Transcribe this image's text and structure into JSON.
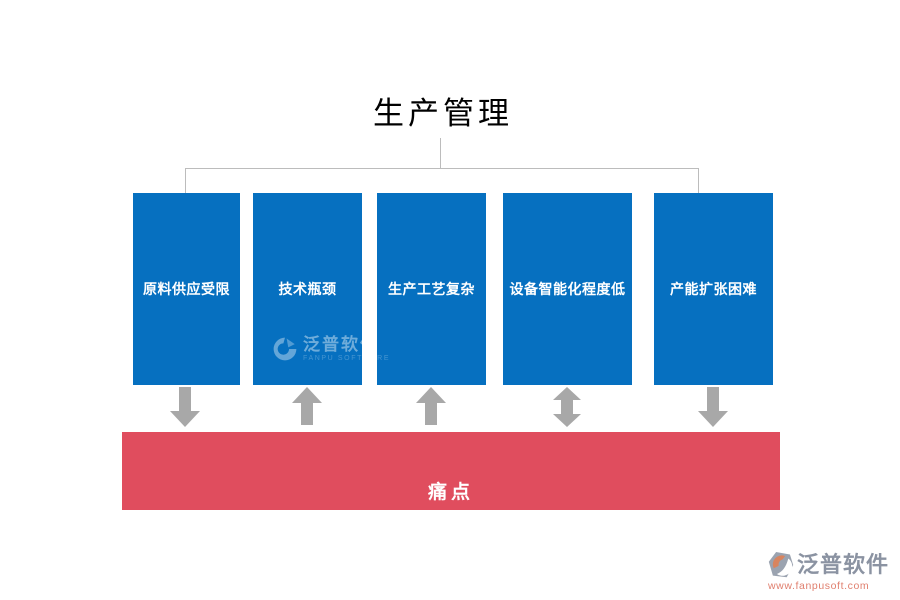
{
  "title": "生产管理",
  "boxes": [
    {
      "label": "原料供应受限",
      "arrow": "down"
    },
    {
      "label": "技术瓶颈",
      "arrow": "up"
    },
    {
      "label": "生产工艺复杂",
      "arrow": "up"
    },
    {
      "label": "设备智能化程度低",
      "arrow": "up-down"
    },
    {
      "label": "产能扩张困难",
      "arrow": "down"
    }
  ],
  "pain_bar": {
    "label": "痛点"
  },
  "watermark": {
    "brand": "泛普软件",
    "caption": "FANPU SOFTWARE"
  },
  "footer_logo": {
    "brand": "泛普软件",
    "url": "www.fanpusoft.com"
  },
  "colors": {
    "box-blue": "#0670c0",
    "bar-red": "#e04d5e",
    "arrow-gray": "#a8a8a8",
    "line-gray": "#bcbcbc",
    "title-color": "#000000",
    "logo-text": "#8b93a2",
    "logo-url": "#e07f6e",
    "logo-orange": "#d8845f",
    "logo-gray": "#9ba3b0"
  }
}
